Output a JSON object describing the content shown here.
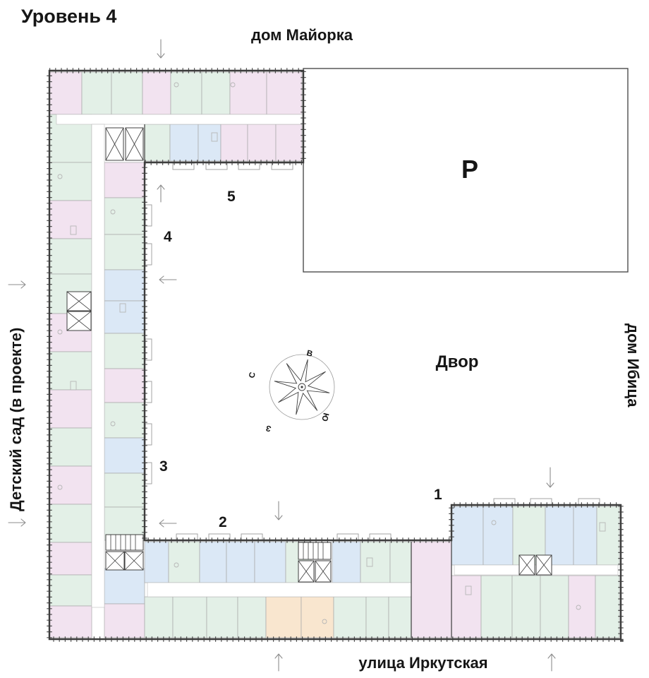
{
  "labels": {
    "title": "Уровень 4",
    "house_top": "дом Майорка",
    "house_right": "дом Ибица",
    "kindergarten": "Детский сад (в проекте)",
    "street": "улица Иркутская",
    "courtyard": "Двор",
    "parking": "Р"
  },
  "sections": [
    {
      "label": "1"
    },
    {
      "label": "2"
    },
    {
      "label": "3"
    },
    {
      "label": "4"
    },
    {
      "label": "5"
    }
  ],
  "compass": {
    "north": "С",
    "east": "В",
    "south": "Ю",
    "west": "З"
  },
  "colors": {
    "wall": "#3d3d3d",
    "unit_pink": "#f2e3f0",
    "unit_green": "#e3f0e7",
    "unit_blue": "#dbe8f6",
    "unit_peach": "#f9e6cf",
    "line": "#a8a8a8"
  }
}
